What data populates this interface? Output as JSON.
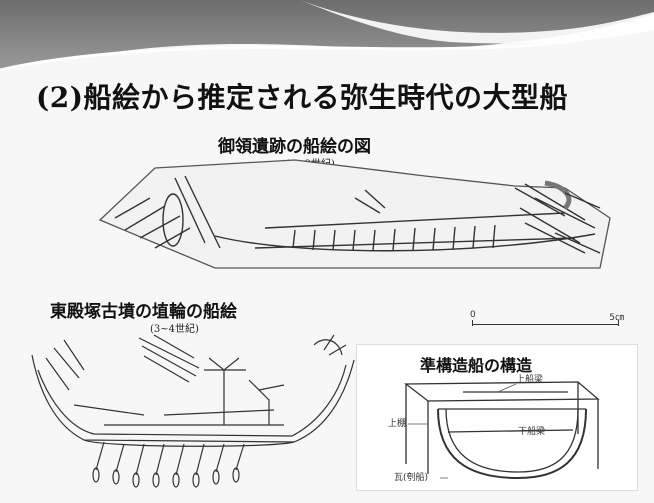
{
  "slide": {
    "title": "(2)船絵から推定される弥生時代の大型船"
  },
  "figures": {
    "goryo": {
      "caption": "御領遺跡の船絵の図",
      "date": "(2~3世紀)"
    },
    "higashi": {
      "caption": "東殿塚古墳の埴輪の船絵",
      "date": "(3~4世紀)"
    },
    "structure": {
      "caption": "準構造船の構造",
      "labels": {
        "upper_beam": "上船梁",
        "lower_beam": "下船梁",
        "side_plank": "上棚",
        "hull": "瓦(刳船)"
      }
    }
  },
  "scale": {
    "start": "0",
    "end": "5㎝"
  }
}
